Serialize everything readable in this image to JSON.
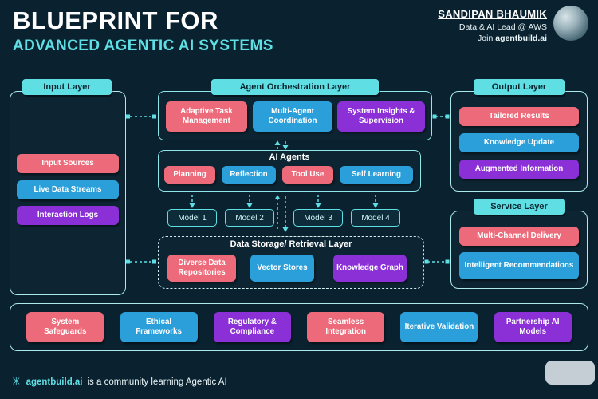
{
  "palette": {
    "background": "#0a2230",
    "cyan": "#5fdfe4",
    "pink": "#ec6a79",
    "blue": "#2b9fd9",
    "purple": "#8b2fd6"
  },
  "header": {
    "title_line1": "BLUEPRINT FOR",
    "title_line2": "ADVANCED AGENTIC AI SYSTEMS",
    "author": {
      "name": "SANDIPAN BHAUMIK",
      "role": "Data & AI Lead @ AWS",
      "join_prefix": "Join ",
      "join_brand": "agentbuild.ai"
    }
  },
  "diagram": {
    "input": {
      "title": "Input Layer",
      "items": [
        {
          "label": "Input Sources"
        },
        {
          "label": "Live Data Streams"
        },
        {
          "label": "Interaction Logs"
        }
      ]
    },
    "orchestration": {
      "title": "Agent Orchestration Layer",
      "items": [
        {
          "label": "Adaptive Task Management"
        },
        {
          "label": "Multi-Agent Coordination"
        },
        {
          "label": "System Insights & Supervision"
        }
      ]
    },
    "agents": {
      "title": "AI Agents",
      "items": [
        {
          "label": "Planning"
        },
        {
          "label": "Reflection"
        },
        {
          "label": "Tool Use"
        },
        {
          "label": "Self Learning"
        }
      ]
    },
    "models": {
      "items": [
        {
          "label": "Model 1"
        },
        {
          "label": "Model 2"
        },
        {
          "label": "Model 3"
        },
        {
          "label": "Model 4"
        }
      ]
    },
    "storage": {
      "title": "Data Storage/ Retrieval Layer",
      "items": [
        {
          "label": "Diverse Data Repositories"
        },
        {
          "label": "Vector Stores"
        },
        {
          "label": "Knowledge Graph"
        }
      ]
    },
    "output": {
      "title": "Output Layer",
      "items": [
        {
          "label": "Tailored Results"
        },
        {
          "label": "Knowledge Update"
        },
        {
          "label": "Augmented Information"
        }
      ]
    },
    "service": {
      "title": "Service Layer",
      "items": [
        {
          "label": "Multi-Channel Delivery"
        },
        {
          "label": "Intelligent Recommendations"
        }
      ]
    },
    "foundation": {
      "items": [
        {
          "label": "System Safeguards"
        },
        {
          "label": "Ethical Frameworks"
        },
        {
          "label": "Regulatory & Compliance"
        },
        {
          "label": "Seamless Integration"
        },
        {
          "label": "Iterative Validation"
        },
        {
          "label": "Partnership AI Models"
        }
      ]
    }
  },
  "footer": {
    "brand": "agentbuild.ai",
    "tagline": "is a community learning Agentic AI"
  }
}
